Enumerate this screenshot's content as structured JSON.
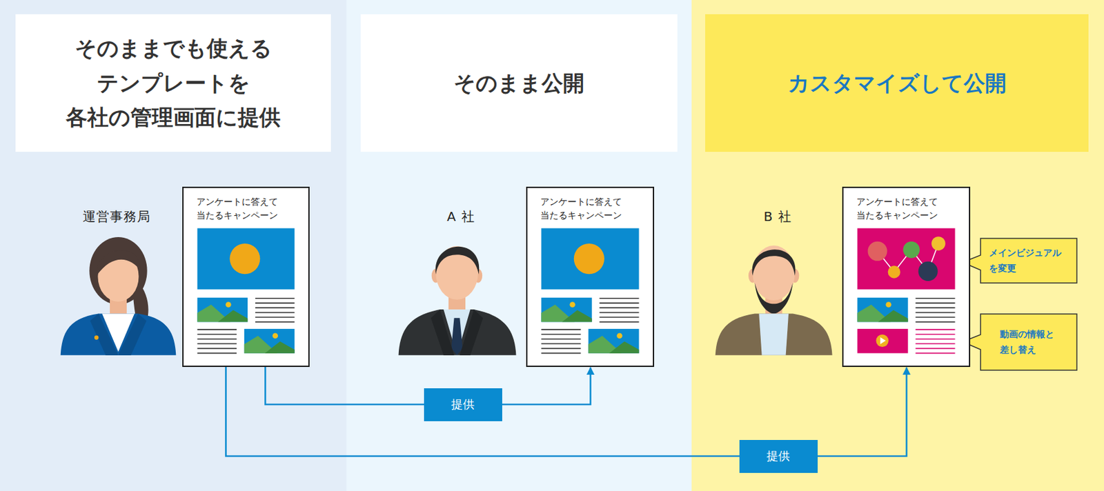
{
  "diagram": {
    "nodes": [
      {
        "text": [
          "そのままでも使える テンプレートを 各社の管理画面に提供"
        ]
      },
      {
        "text": [
          "そのまま公開"
        ]
      },
      {
        "text": [
          "カスタマイズして公開"
        ]
      },
      {
        "text": [
          "アンケートに答えて 当たるキャンペーン"
        ]
      },
      {
        "text": [
          "アンケートに答えて 当たるキャンペーン"
        ]
      },
      {
        "text": [
          "アンケートに答えて 当たるキャンペーン"
        ]
      },
      {
        "text": [
          "メインビジュアル を変更"
        ]
      },
      {
        "text": [
          "動画の情報と 差し替え"
        ]
      }
    ],
    "edges": [
      {
        "from": 3,
        "to": 4,
        "arrow": "to",
        "label": "提供"
      },
      {
        "from": 3,
        "to": 5,
        "arrow": "to",
        "label": "提供"
      }
    ],
    "labels": [
      "運営事務局",
      "A 社",
      "B 社"
    ]
  }
}
